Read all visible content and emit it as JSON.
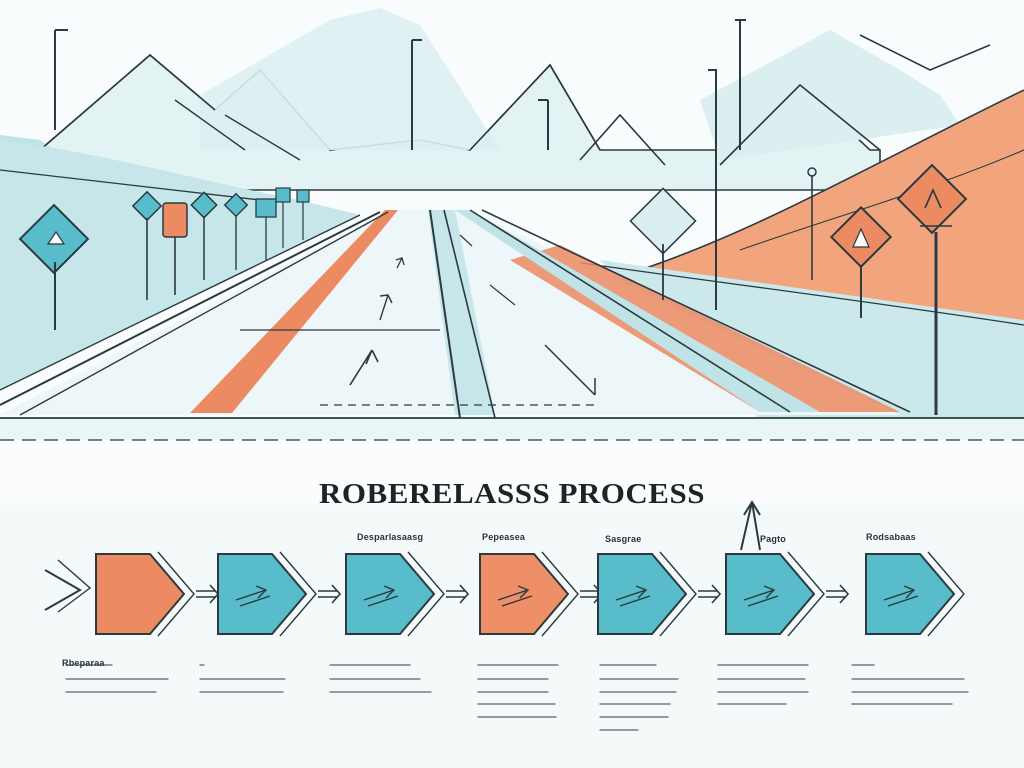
{
  "title": "ROBERELASSS PROCESS",
  "steps": [
    {
      "label": "Rbeparaa",
      "color": "#ec8a62"
    },
    {
      "label": "",
      "color": "#58bccb"
    },
    {
      "label": "Desparlasaasg",
      "color": "#58bccb"
    },
    {
      "label": "Pepeasea",
      "color": "#ef8f68"
    },
    {
      "label": "Sasgrae",
      "color": "#58bccb"
    },
    {
      "label": "Pagto",
      "color": "#58bccb"
    },
    {
      "label": "Rodsabaas",
      "color": "#58bccb"
    }
  ],
  "palette": {
    "teal": "#58bccb",
    "teal_light": "#bfe3e6",
    "orange": "#ec8a62",
    "ink": "#1d2428"
  }
}
